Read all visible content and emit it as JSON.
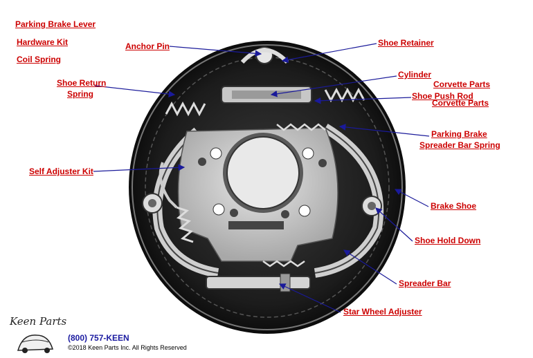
{
  "labels": {
    "parking_brake_lever": "Parking Brake Lever",
    "hardware_kit": "Hardware Kit",
    "coil_spring": "Coil Spring",
    "anchor_pin": "Anchor Pin",
    "shoe_retainer": "Shoe Retainer",
    "cylinder": "Cylinder",
    "corvette_parts_1": "Corvette Parts",
    "shoe_return_spring_1": "Shoe Return",
    "shoe_return_spring_2": "Spring",
    "shoe_push_rod": "Shoe Push Rod",
    "corvette_parts_2": "Corvette Parts",
    "parking_brake_spreader_1": "Parking Brake",
    "parking_brake_spreader_2": "Spreader Bar Spring",
    "self_adjuster_kit": "Self Adjuster Kit",
    "brake_shoe": "Brake Shoe",
    "shoe_hold_down": "Shoe Hold Down",
    "spreader_bar": "Spreader Bar",
    "star_wheel_adjuster": "Star Wheel Adjuster"
  },
  "footer": {
    "logo_text": "Keen Parts",
    "phone": "(800) 757-KEEN",
    "copyright": "©2018 Keen Parts Inc. All Rights Reserved"
  },
  "colors": {
    "label": "#cc0000",
    "leader": "#1a1a9a",
    "drum": "#1b1b1b",
    "plate": "#d2d2d2"
  }
}
